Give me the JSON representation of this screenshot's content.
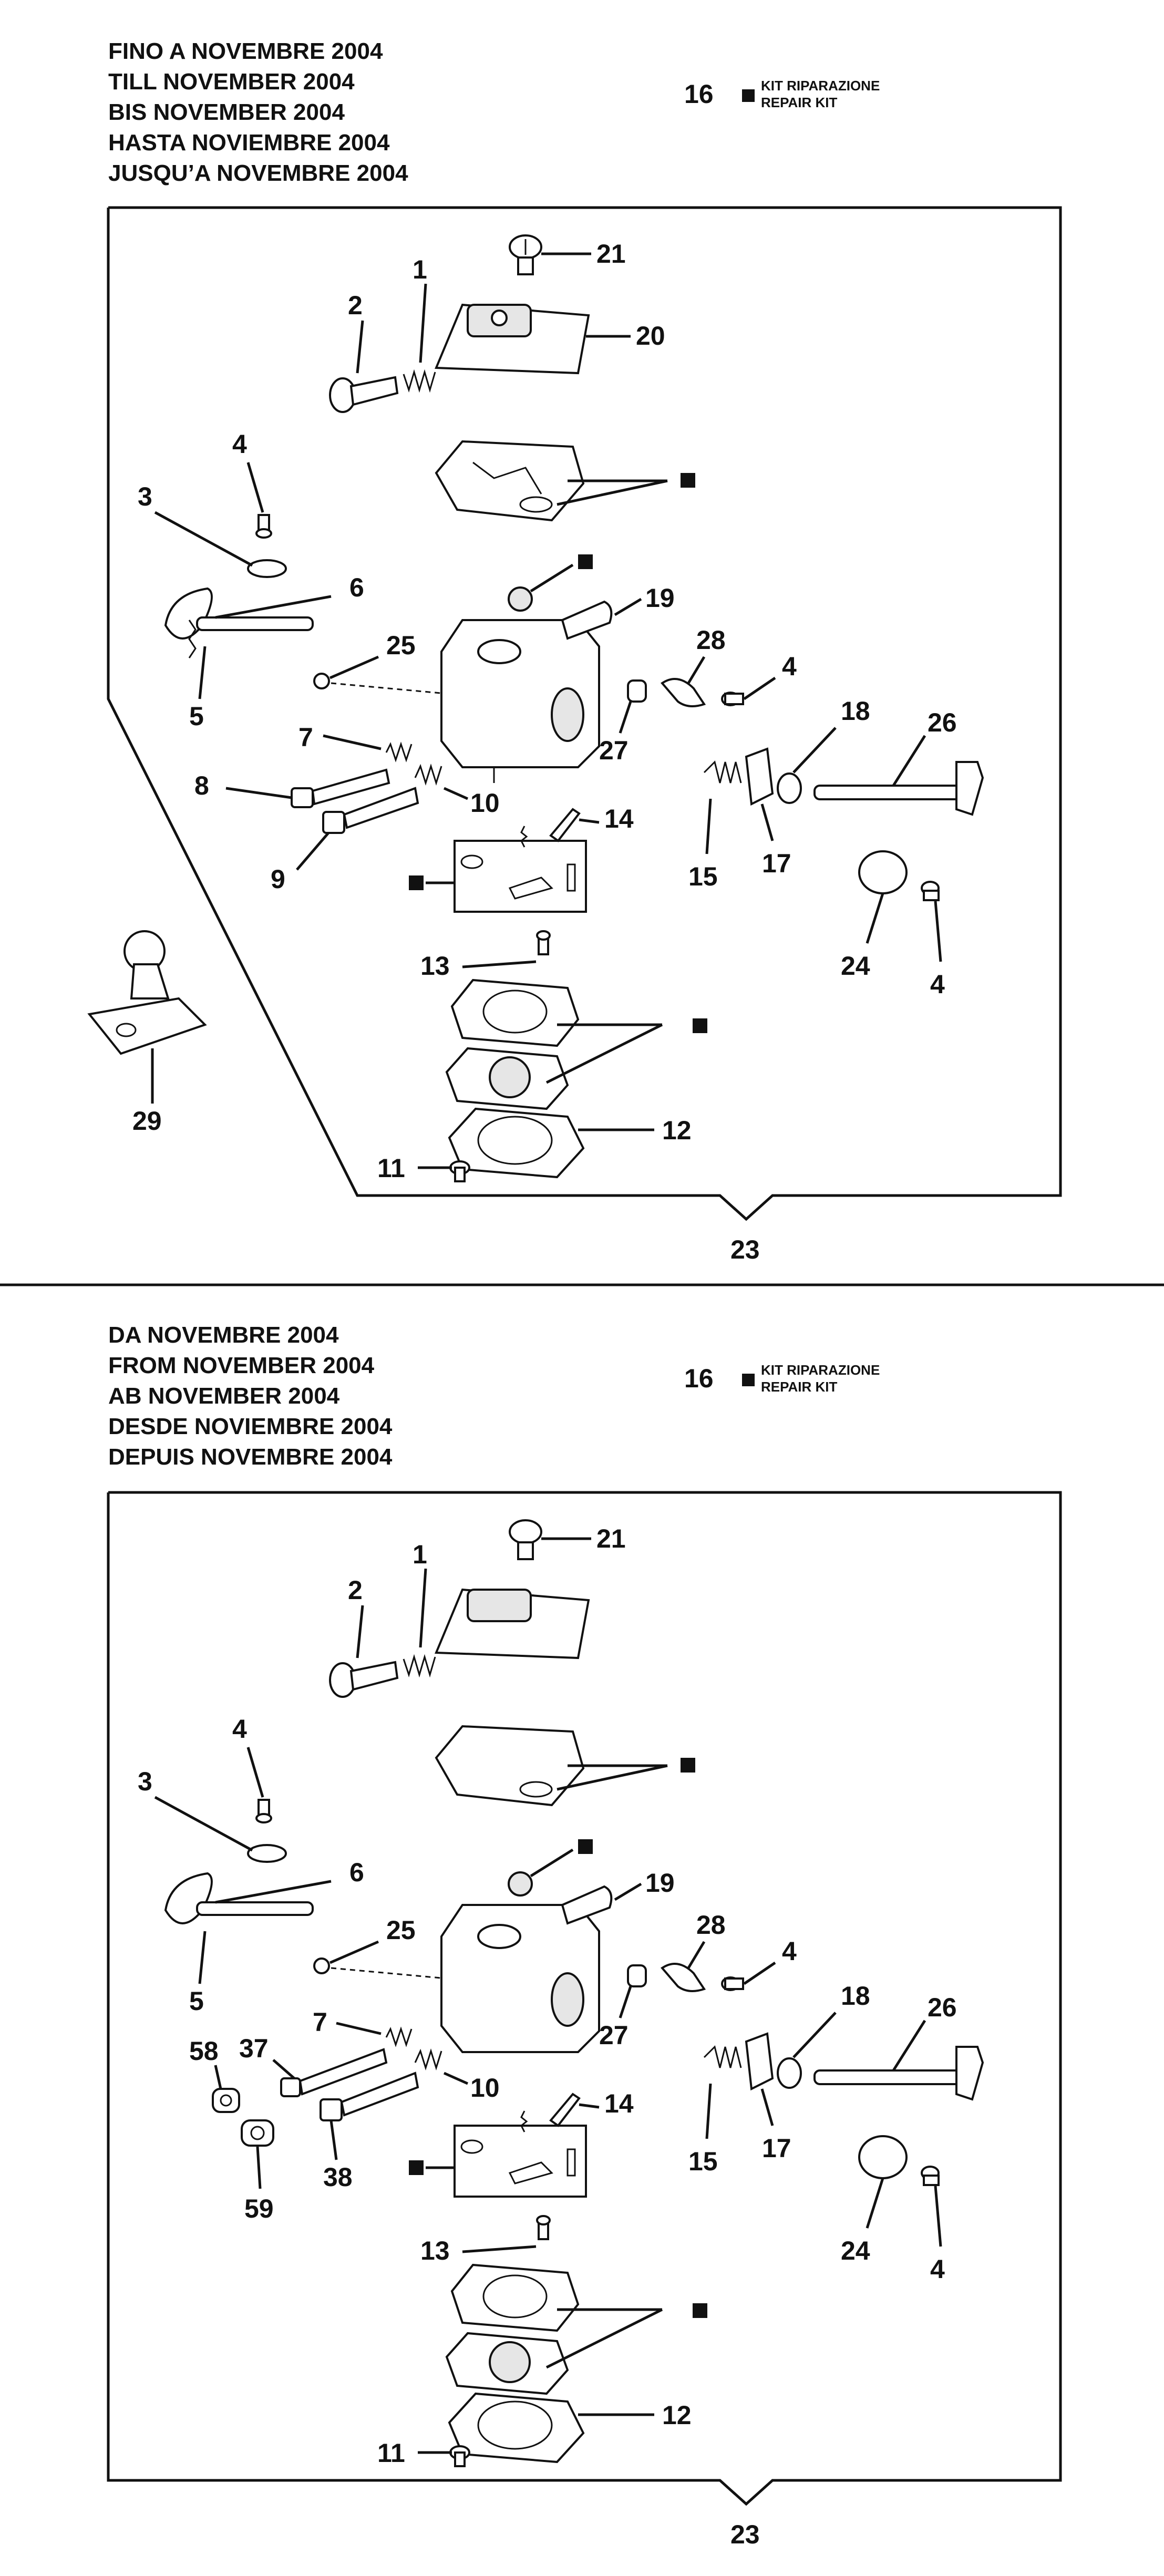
{
  "sections": [
    {
      "id": "top",
      "header": [
        "FINO A NOVEMBRE 2004",
        "TILL NOVEMBER 2004",
        "BIS NOVEMBER 2004",
        "HASTA NOVIEMBRE 2004",
        "JUSQU’A NOVEMBRE 2004"
      ],
      "kit": {
        "number": "16",
        "line1": "KIT RIPARAZIONE",
        "line2": "REPAIR KIT"
      },
      "labels": {
        "p1": "1",
        "p2": "2",
        "p3": "3",
        "p4a": "4",
        "p5": "5",
        "p6": "6",
        "p7": "7",
        "p8": "8",
        "p9": "9",
        "p10": "10",
        "p11": "11",
        "p12": "12",
        "p13": "13",
        "p14": "14",
        "p15": "15",
        "p17": "17",
        "p18": "18",
        "p19": "19",
        "p20": "20",
        "p21": "21",
        "p23": "23",
        "p24": "24",
        "p25": "25",
        "p26": "26",
        "p27": "27",
        "p28": "28",
        "p29": "29",
        "p4b": "4",
        "p4c": "4"
      }
    },
    {
      "id": "bottom",
      "header": [
        "DA NOVEMBRE 2004",
        "FROM NOVEMBER 2004",
        "AB NOVEMBER 2004",
        "DESDE NOVIEMBRE 2004",
        "DEPUIS NOVEMBRE 2004"
      ],
      "kit": {
        "number": "16",
        "line1": "KIT RIPARAZIONE",
        "line2": "REPAIR KIT"
      },
      "labels": {
        "p1": "1",
        "p2": "2",
        "p3": "3",
        "p4a": "4",
        "p5": "5",
        "p6": "6",
        "p7": "7",
        "p10": "10",
        "p11": "11",
        "p12": "12",
        "p13": "13",
        "p14": "14",
        "p15": "15",
        "p17": "17",
        "p18": "18",
        "p19": "19",
        "p21": "21",
        "p23": "23",
        "p24": "24",
        "p25": "25",
        "p26": "26",
        "p27": "27",
        "p28": "28",
        "p37": "37",
        "p38": "38",
        "p58": "58",
        "p59": "59",
        "p4b": "4",
        "p4c": "4"
      }
    }
  ]
}
